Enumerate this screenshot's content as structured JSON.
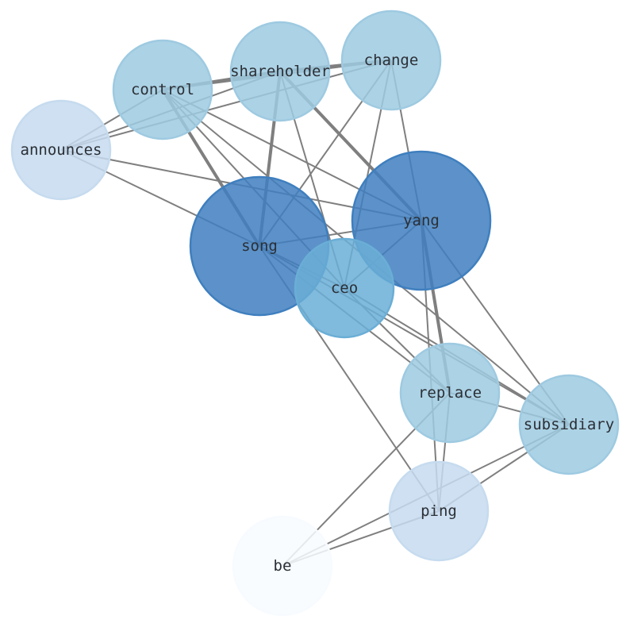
{
  "graph": {
    "nodes": [
      {
        "id": "change",
        "label": "change",
        "color": "#9ecae1"
      },
      {
        "id": "shareholder",
        "label": "shareholder",
        "color": "#9ecae1"
      },
      {
        "id": "control",
        "label": "control",
        "color": "#9ecae1"
      },
      {
        "id": "announces",
        "label": "announces",
        "color": "#c6dbef"
      },
      {
        "id": "yang",
        "label": "yang",
        "color": "#3f7fbf"
      },
      {
        "id": "song",
        "label": "song",
        "color": "#3f7fbf"
      },
      {
        "id": "ceo",
        "label": "ceo",
        "color": "#6aaed6"
      },
      {
        "id": "replace",
        "label": "replace",
        "color": "#9ecae1"
      },
      {
        "id": "subsidiary",
        "label": "subsidiary",
        "color": "#9ecae1"
      },
      {
        "id": "ping",
        "label": "ping",
        "color": "#c6dbef"
      },
      {
        "id": "be",
        "label": "be",
        "color": "#f7fbff"
      }
    ],
    "edges": [
      [
        "control",
        "song",
        2
      ],
      [
        "control",
        "shareholder",
        2
      ],
      [
        "control",
        "change",
        1
      ],
      [
        "control",
        "announces",
        1
      ],
      [
        "control",
        "yang",
        1
      ],
      [
        "control",
        "ceo",
        1
      ],
      [
        "control",
        "subsidiary",
        1
      ],
      [
        "shareholder",
        "song",
        2
      ],
      [
        "shareholder",
        "yang",
        2
      ],
      [
        "shareholder",
        "ceo",
        1
      ],
      [
        "shareholder",
        "announces",
        1
      ],
      [
        "shareholder",
        "change",
        2
      ],
      [
        "change",
        "song",
        1
      ],
      [
        "change",
        "yang",
        1
      ],
      [
        "change",
        "ceo",
        1
      ],
      [
        "change",
        "announces",
        1
      ],
      [
        "announces",
        "yang",
        1
      ],
      [
        "announces",
        "song",
        1
      ],
      [
        "yang",
        "song",
        1
      ],
      [
        "yang",
        "ceo",
        1
      ],
      [
        "yang",
        "replace",
        2
      ],
      [
        "yang",
        "subsidiary",
        1
      ],
      [
        "yang",
        "ping",
        1
      ],
      [
        "song",
        "ceo",
        1
      ],
      [
        "song",
        "replace",
        1
      ],
      [
        "song",
        "subsidiary",
        1
      ],
      [
        "song",
        "ping",
        1
      ],
      [
        "ceo",
        "subsidiary",
        1
      ],
      [
        "ceo",
        "replace",
        1
      ],
      [
        "replace",
        "subsidiary",
        1
      ],
      [
        "replace",
        "ping",
        1
      ],
      [
        "replace",
        "be",
        1
      ],
      [
        "subsidiary",
        "ping",
        1
      ],
      [
        "subsidiary",
        "be",
        1
      ],
      [
        "ping",
        "be",
        1
      ]
    ]
  }
}
